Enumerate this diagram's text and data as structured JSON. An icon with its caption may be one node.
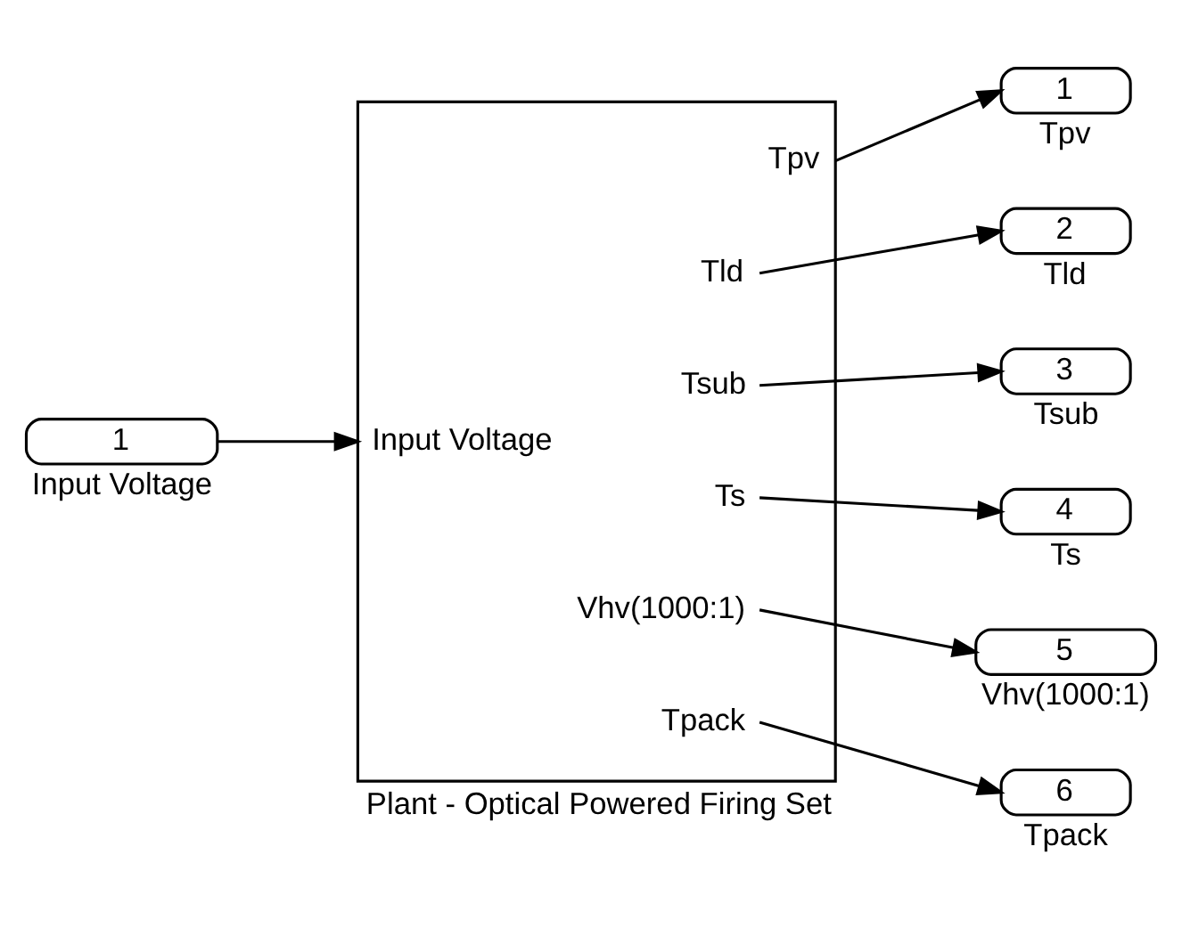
{
  "diagram": {
    "nodes": [
      {
        "text": [
          "1"
        ],
        "beside": [
          "Input Voltage"
        ]
      },
      {
        "text": [
          "Input Voltage",
          "Tpv",
          "Tld",
          "Tsub",
          "Ts",
          "Vhv(1000:1)",
          "Tpack"
        ],
        "beside": [
          "Plant - Optical Powered Firing Set"
        ]
      },
      {
        "text": [
          "1"
        ],
        "beside": [
          "Tpv"
        ]
      },
      {
        "text": [
          "2"
        ],
        "beside": [
          "Tld"
        ]
      },
      {
        "text": [
          "3"
        ],
        "beside": [
          "Tsub"
        ]
      },
      {
        "text": [
          "4"
        ],
        "beside": [
          "Ts"
        ]
      },
      {
        "text": [
          "5"
        ],
        "beside": [
          "Vhv(1000:1)"
        ]
      },
      {
        "text": [
          "6"
        ],
        "beside": [
          "Tpack"
        ]
      }
    ],
    "edges": [
      {
        "from": 0,
        "to": 1,
        "arrow": "to"
      },
      {
        "from": 1,
        "to": 2,
        "arrow": "to"
      },
      {
        "from": 1,
        "to": 3,
        "arrow": "to"
      },
      {
        "from": 1,
        "to": 4,
        "arrow": "to"
      },
      {
        "from": 1,
        "to": 5,
        "arrow": "to"
      },
      {
        "from": 1,
        "to": 6,
        "arrow": "to"
      },
      {
        "from": 1,
        "to": 7,
        "arrow": "to"
      }
    ]
  }
}
